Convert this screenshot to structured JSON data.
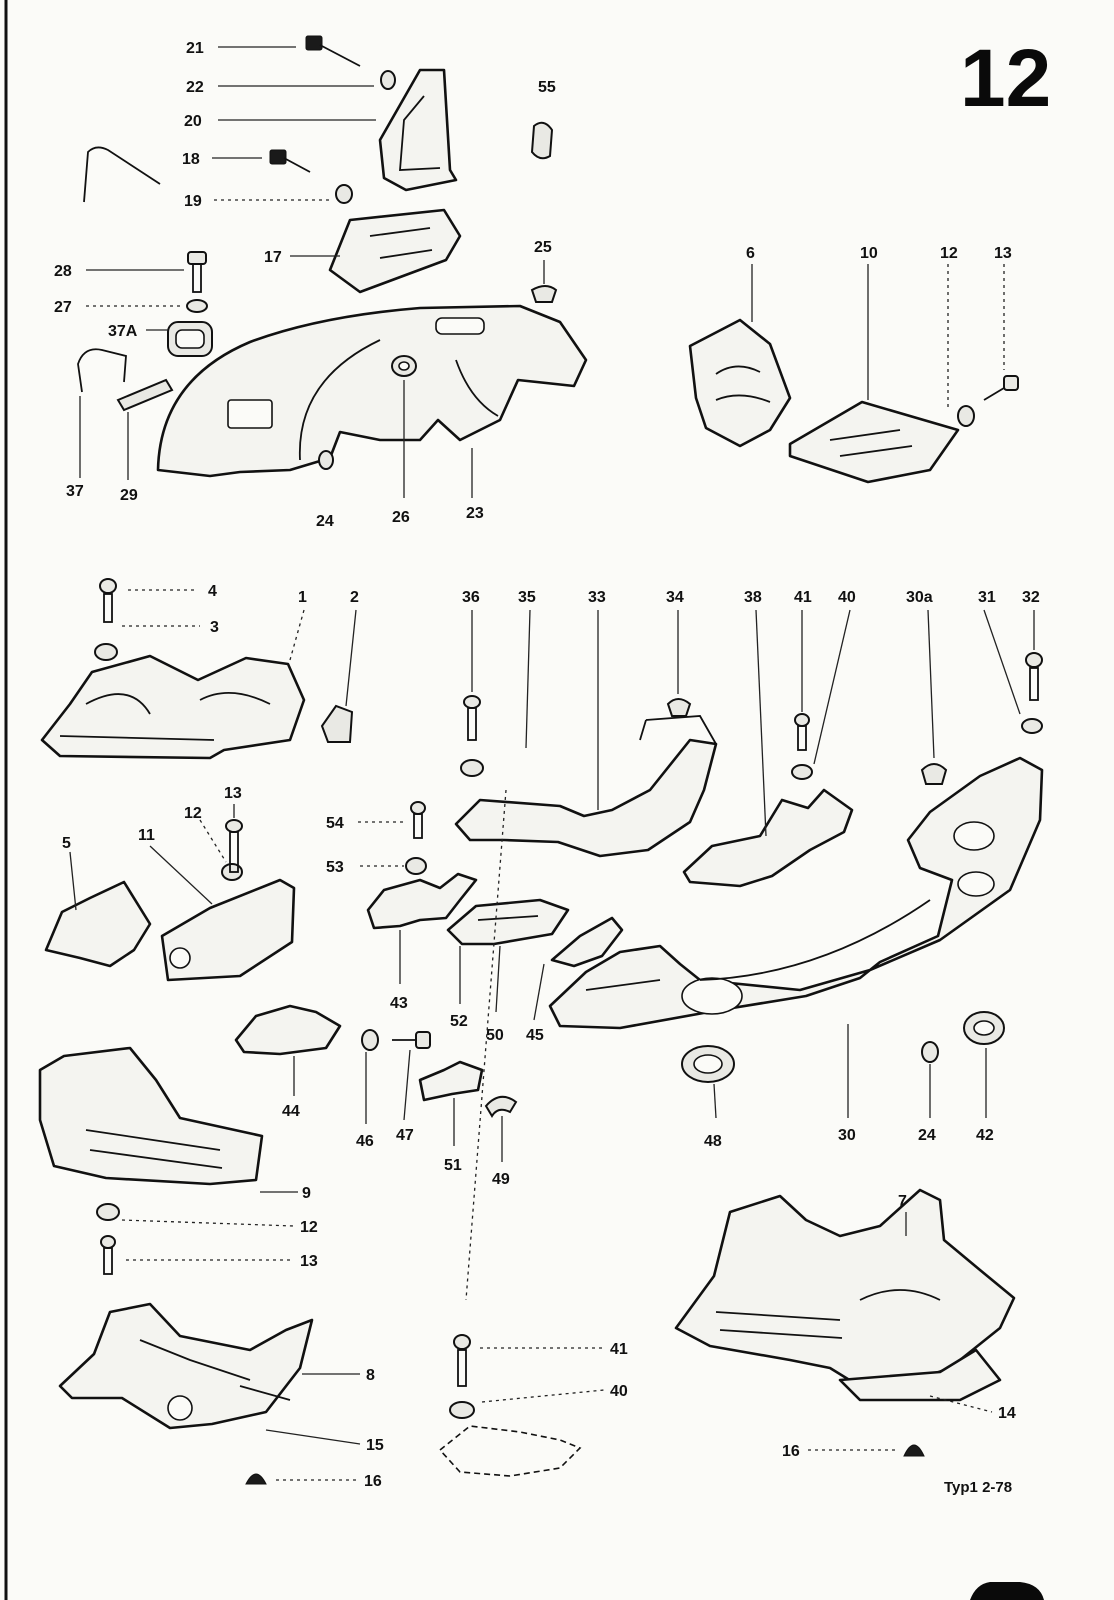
{
  "page_number": "12",
  "caption": "Typ1  2-78",
  "labels": {
    "l21": "21",
    "l22": "22",
    "l20": "20",
    "l55": "55",
    "l18": "18",
    "l19": "19",
    "l17": "17",
    "l25": "25",
    "l28": "28",
    "l27": "27",
    "l37A": "37A",
    "l37": "37",
    "l29": "29",
    "l24a": "24",
    "l26": "26",
    "l23": "23",
    "l6": "6",
    "l10": "10",
    "l12a": "12",
    "l13a": "13",
    "l4": "4",
    "l3": "3",
    "l1": "1",
    "l2": "2",
    "l36": "36",
    "l35": "35",
    "l33": "33",
    "l34": "34",
    "l38": "38",
    "l41a": "41",
    "l40a": "40",
    "l30a": "30a",
    "l31": "31",
    "l32": "32",
    "l5": "5",
    "l11": "11",
    "l12b": "12",
    "l13b": "13",
    "l54": "54",
    "l53": "53",
    "l43": "43",
    "l52": "52",
    "l50": "50",
    "l45": "45",
    "l44": "44",
    "l46": "46",
    "l47": "47",
    "l51": "51",
    "l49": "49",
    "l48": "48",
    "l30": "30",
    "l24b": "24",
    "l42": "42",
    "l9": "9",
    "l12c": "12",
    "l13c": "13",
    "l7": "7",
    "l8": "8",
    "l41b": "41",
    "l40b": "40",
    "l15": "15",
    "l16a": "16",
    "l14": "14",
    "l16b": "16"
  }
}
